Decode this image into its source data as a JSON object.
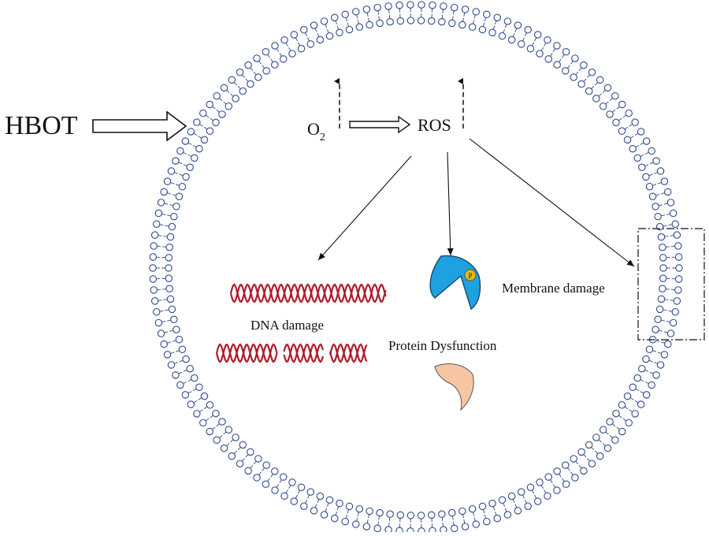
{
  "diagram": {
    "labels": {
      "hbot": "HBOT",
      "o2_main": "O",
      "o2_sub": "2",
      "ros": "ROS",
      "dna_damage": "DNA damage",
      "protein_dysfunction": "Protein Dysfunction",
      "membrane_damage": "Membrane damage",
      "phosphate_tag": "P"
    },
    "colors": {
      "membrane_head": "#2e4a8e",
      "dna": "#b01c2c",
      "protein_active": "#1ea1df",
      "protein_damaged": "#f6c6a4",
      "phosphate": "#e3bb1b",
      "line": "#111111"
    },
    "icons": [
      "hollow-arrow-icon",
      "dna-helix-icon",
      "protein-icon",
      "phosphate-icon",
      "dashed-box"
    ]
  }
}
